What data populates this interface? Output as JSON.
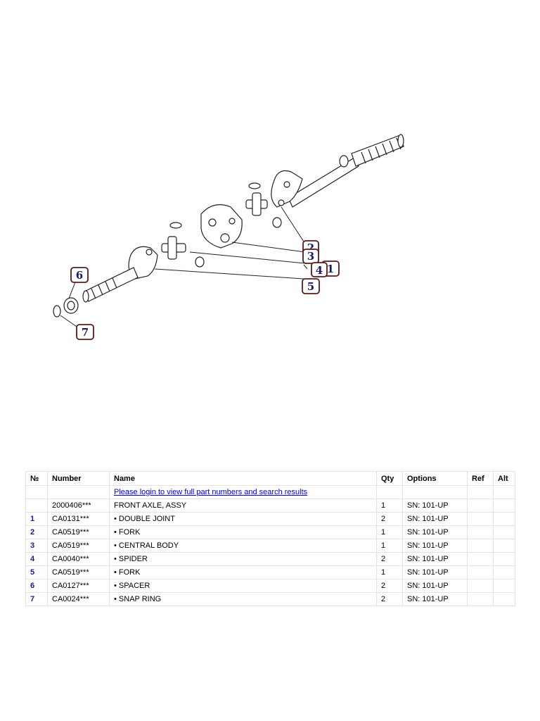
{
  "diagram": {
    "callouts": [
      "1",
      "2",
      "3",
      "4",
      "5",
      "6",
      "7"
    ]
  },
  "table": {
    "headers": {
      "no": "№",
      "number": "Number",
      "name": "Name",
      "qty": "Qty",
      "options": "Options",
      "ref": "Ref",
      "alt": "Alt"
    },
    "login_link": "Please login to view full part numbers and search results",
    "rows": [
      {
        "no": "",
        "number": "2000406***",
        "name": "FRONT AXLE, ASSY",
        "qty": "1",
        "options": "SN: 101-UP",
        "ref": "",
        "alt": ""
      },
      {
        "no": "1",
        "number": "CA0131***",
        "name": "• DOUBLE JOINT",
        "qty": "2",
        "options": "SN: 101-UP",
        "ref": "",
        "alt": ""
      },
      {
        "no": "2",
        "number": "CA0519***",
        "name": "• FORK",
        "qty": "1",
        "options": "SN: 101-UP",
        "ref": "",
        "alt": ""
      },
      {
        "no": "3",
        "number": "CA0519***",
        "name": "• CENTRAL BODY",
        "qty": "1",
        "options": "SN: 101-UP",
        "ref": "",
        "alt": ""
      },
      {
        "no": "4",
        "number": "CA0040***",
        "name": "• SPIDER",
        "qty": "2",
        "options": "SN: 101-UP",
        "ref": "",
        "alt": ""
      },
      {
        "no": "5",
        "number": "CA0519***",
        "name": "• FORK",
        "qty": "1",
        "options": "SN: 101-UP",
        "ref": "",
        "alt": ""
      },
      {
        "no": "6",
        "number": "CA0127***",
        "name": "• SPACER",
        "qty": "2",
        "options": "SN: 101-UP",
        "ref": "",
        "alt": ""
      },
      {
        "no": "7",
        "number": "CA0024***",
        "name": "• SNAP RING",
        "qty": "2",
        "options": "SN: 101-UP",
        "ref": "",
        "alt": ""
      }
    ]
  },
  "colors": {
    "callout_border": "#5a1a1a",
    "callout_text": "#1a1a6e",
    "link": "#0000ee",
    "table_border": "#e3e3e3"
  }
}
